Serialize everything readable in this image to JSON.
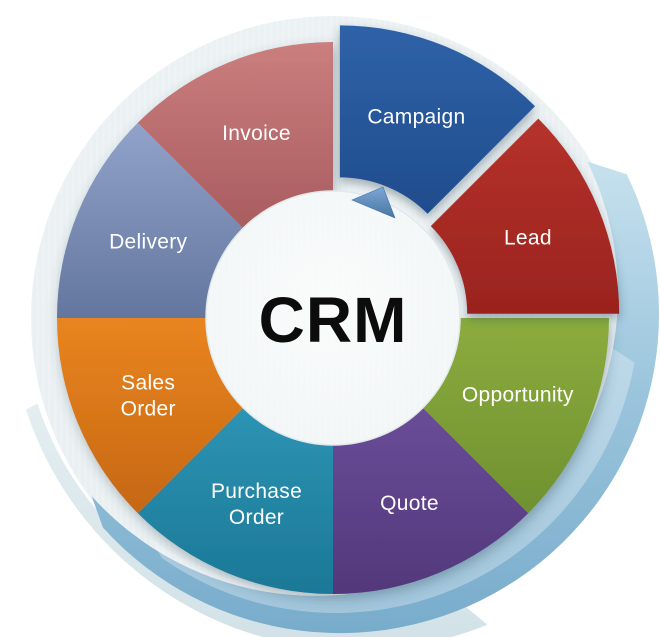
{
  "diagram": {
    "type": "cycle-donut",
    "center_label": "CRM",
    "segments": [
      {
        "id": "campaign",
        "label": "Campaign",
        "label_lines": [
          "Campaign"
        ],
        "color_top": "#2F62A8",
        "color_bottom": "#1F4C8C",
        "start_angle": 0,
        "end_angle": 45,
        "exploded": true,
        "explode_distance": 18
      },
      {
        "id": "lead",
        "label": "Lead",
        "label_lines": [
          "Lead"
        ],
        "color_top": "#B5322B",
        "color_bottom": "#9A231E",
        "start_angle": 45,
        "end_angle": 90,
        "exploded": true,
        "explode_distance": 11
      },
      {
        "id": "opportunity",
        "label": "Opportunity",
        "label_lines": [
          "Opportunity"
        ],
        "color_top": "#8CAC3E",
        "color_bottom": "#6F9130",
        "start_angle": 90,
        "end_angle": 135,
        "exploded": false,
        "explode_distance": 0
      },
      {
        "id": "quote",
        "label": "Quote",
        "label_lines": [
          "Quote"
        ],
        "color_top": "#6A4D98",
        "color_bottom": "#52387B",
        "start_angle": 135,
        "end_angle": 180,
        "exploded": false,
        "explode_distance": 0
      },
      {
        "id": "purchase-order",
        "label": "Purchase Order",
        "label_lines": [
          "Purchase",
          "Order"
        ],
        "color_top": "#2D94B4",
        "color_bottom": "#1B7896",
        "start_angle": 180,
        "end_angle": 225,
        "exploded": false,
        "explode_distance": 0
      },
      {
        "id": "sales-order",
        "label": "Sales Order",
        "label_lines": [
          "Sales",
          "Order"
        ],
        "color_top": "#E98520",
        "color_bottom": "#C66712",
        "start_angle": 225,
        "end_angle": 270,
        "exploded": false,
        "explode_distance": 0
      },
      {
        "id": "delivery",
        "label": "Delivery",
        "label_lines": [
          "Delivery"
        ],
        "color_top": "#92A3CB",
        "color_bottom": "#63769E",
        "start_angle": 270,
        "end_angle": 315,
        "exploded": false,
        "explode_distance": 0
      },
      {
        "id": "invoice",
        "label": "Invoice",
        "label_lines": [
          "Invoice"
        ],
        "color_top": "#CB7E7E",
        "color_bottom": "#A85C5F",
        "start_angle": 315,
        "end_angle": 360,
        "exploded": false,
        "explode_distance": 0
      }
    ],
    "label_color": "#FFFFFF",
    "center_text_color": "#0C0C0C",
    "colors": {
      "plate_center": "#F2F6F7",
      "plate_edge": "#E9EFF1",
      "hub_center": "#FAFCFC",
      "hub_edge": "#F1F5F5",
      "arrow_top": "#7CA7D8",
      "arrow_bottom": "#49759F",
      "swoosh_blue_light": "#C6E1EE",
      "swoosh_blue_mid": "#9AC4DC",
      "swoosh_blue_deep": "#78ACCB",
      "swoosh_pale_light": "#E3EDF0",
      "swoosh_pale_deep": "#CEE0E6"
    }
  }
}
